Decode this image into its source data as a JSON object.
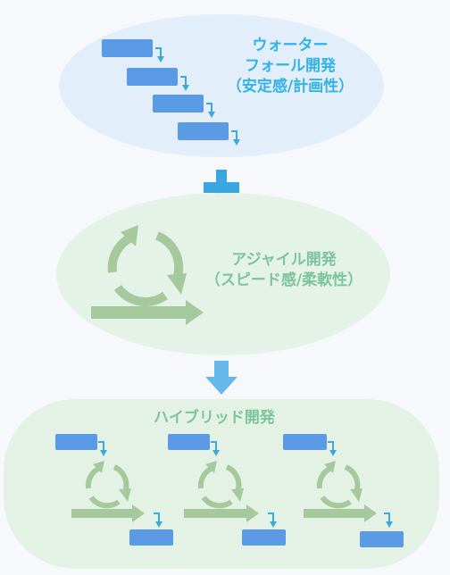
{
  "waterfall": {
    "title_line1": "ウォーター",
    "title_line2": "フォール開発",
    "subtitle": "（安定感/計画性）"
  },
  "combine_symbol": "plus-icon",
  "agile": {
    "title": "アジャイル開発",
    "subtitle": "（スピード感/柔軟性）"
  },
  "result_symbol": "down-arrow-icon",
  "hybrid": {
    "title": "ハイブリッド開発",
    "unit_count": 3
  },
  "colors": {
    "waterfall_bg": "#e2eef9",
    "agile_bg": "#e5f2e8",
    "hybrid_bg": "#e4f2e6",
    "task_block": "#5b9be5",
    "task_arrow": "#3ca8db",
    "cycle_green": "#a5c99c",
    "plus_blue": "#3aa7df",
    "label_blue": "#33b2e8",
    "label_green": "#7cc49d"
  }
}
